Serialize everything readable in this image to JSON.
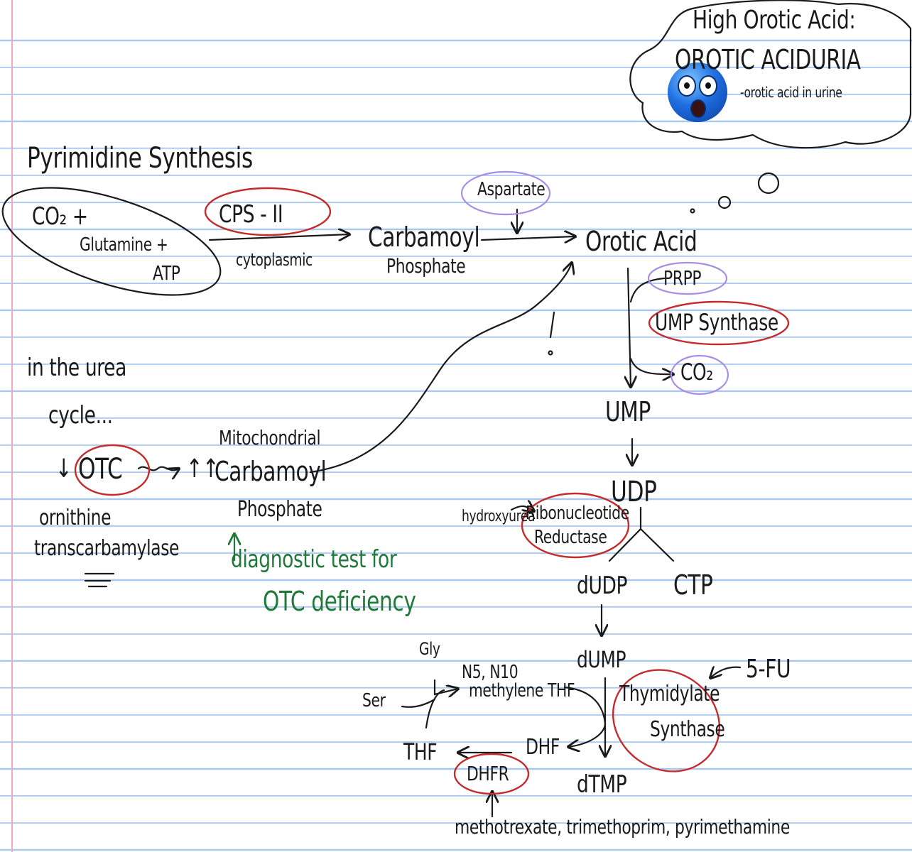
{
  "title": "Pyrimidine Synthesis",
  "cloud": {
    "heading": "High Orotic Acid:",
    "disease": "OROTIC ACIDURIA",
    "note": "-orotic acid in urine"
  },
  "start_group": {
    "co2": "CO₂ +",
    "glutamine": "Glutamine +",
    "atp": "ATP"
  },
  "enzyme_cps": "CPS - II",
  "location": "cytoplasmic",
  "carbamoyl_phosphate": {
    "line1": "Carbamoyl",
    "line2": "Phosphate"
  },
  "aspartate": "Aspartate",
  "orotic_acid": "Orotic Acid",
  "prpp": "PRPP",
  "ump_synthase": "UMP Synthase",
  "co2_out": "CO₂",
  "exclamation": "!",
  "urea": {
    "line1": "in the urea",
    "line2": "cycle...",
    "decrease": "↓",
    "enzyme": "OTC",
    "enzyme_full_1": "ornithine",
    "enzyme_full_2": "transcarbamylase",
    "increase": "↑↑",
    "mito_1": "Mitochondrial",
    "mito_2": "Carbamoyl",
    "mito_3": "Phosphate"
  },
  "diagnostic": {
    "line1": "diagnostic test for",
    "line2": "OTC deficiency"
  },
  "pathway": {
    "ump": "UMP",
    "udp": "UDP",
    "hydroxyurea": "hydroxyurea",
    "ribo_1": "Ribonucleotide",
    "ribo_2": "Reductase",
    "dudp": "dUDP",
    "ctp": "CTP",
    "dump": "dUMP",
    "fu": "5-FU",
    "thym_1": "Thymidylate",
    "thym_2": "Synthase",
    "dtmp": "dTMP",
    "dhf": "DHF",
    "thf": "THF",
    "dhfr": "DHFR",
    "gly": "Gly",
    "ser": "Ser",
    "methylene_1": "N5, N10",
    "methylene_2": "methylene THF",
    "inhibitors": "methotrexate, trimethoprim, pyrimethamine"
  },
  "colors": {
    "ink": "#1a1a1a",
    "red": "#c42b2b",
    "purple": "#a98ee8",
    "green": "#1f7a3a",
    "rule": "#a9c8ef",
    "margin": "#f4a7c0"
  }
}
